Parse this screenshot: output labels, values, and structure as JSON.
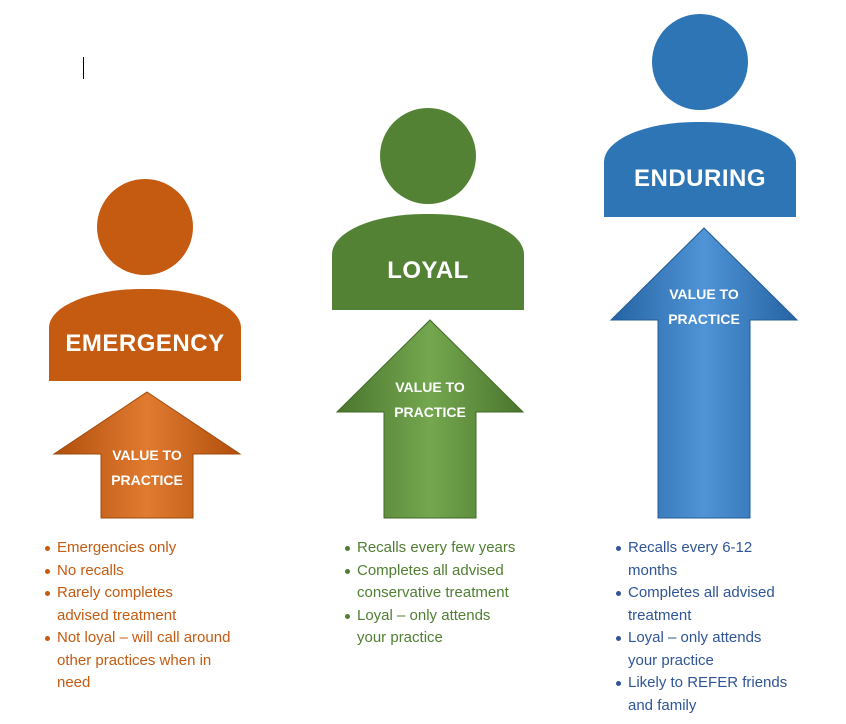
{
  "figures": [
    {
      "label": "EMERGENCY",
      "color": "#c55a11",
      "arrow_text_line1": "VALUE TO",
      "arrow_text_line2": "PRACTICE",
      "bullets": [
        "Emergencies only",
        "No recalls",
        "Rarely completes advised treatment",
        "Not loyal – will call around other practices when in need"
      ]
    },
    {
      "label": "LOYAL",
      "color": "#548235",
      "arrow_text_line1": "VALUE TO",
      "arrow_text_line2": "PRACTICE",
      "bullets": [
        "Recalls every few years",
        "Completes all advised conservative treatment",
        "Loyal – only attends your practice"
      ]
    },
    {
      "label": "ENDURING",
      "color": "#2e75b6",
      "arrow_text_line1": "VALUE TO",
      "arrow_text_line2": "PRACTICE",
      "bullets": [
        "Recalls every 6-12 months",
        "Completes all advised treatment",
        "Loyal – only attends your practice",
        "Likely to REFER friends and family"
      ]
    }
  ]
}
